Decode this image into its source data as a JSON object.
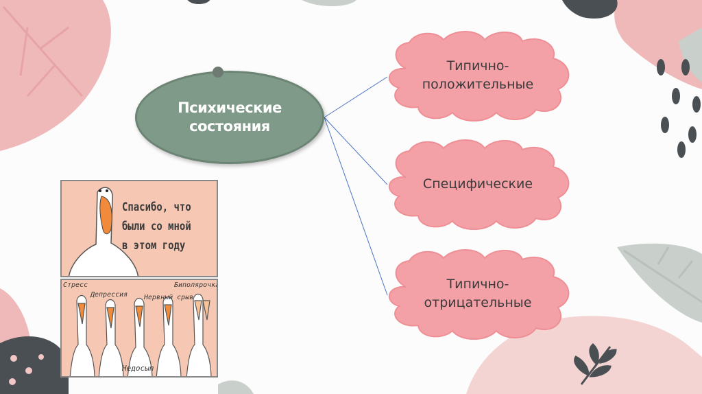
{
  "diagram": {
    "center": {
      "line1": "Психические",
      "line2": "состояния"
    },
    "branches": [
      {
        "line1": "Типично-",
        "line2": "положительные"
      },
      {
        "line1": "Специфические",
        "line2": ""
      },
      {
        "line1": "Типично-",
        "line2": "отрицательные"
      }
    ]
  },
  "comic": {
    "top_panel": {
      "line1": "Спасибо, что",
      "line2": "были со мной",
      "line3": "в этом году"
    },
    "bottom_panel": {
      "labels": [
        "Стресс",
        "Депрессия",
        "Нервный срыв",
        "Биполярочка",
        "Недосып"
      ]
    }
  },
  "colors": {
    "center_fill": "#7f9a88",
    "cloud_fill": "#f3a0a6",
    "pink_leaf": "#efb9b9",
    "grey_leaf": "#c9d0cb",
    "dark_accent": "#4a4f53",
    "beak": "#f18a3a"
  }
}
